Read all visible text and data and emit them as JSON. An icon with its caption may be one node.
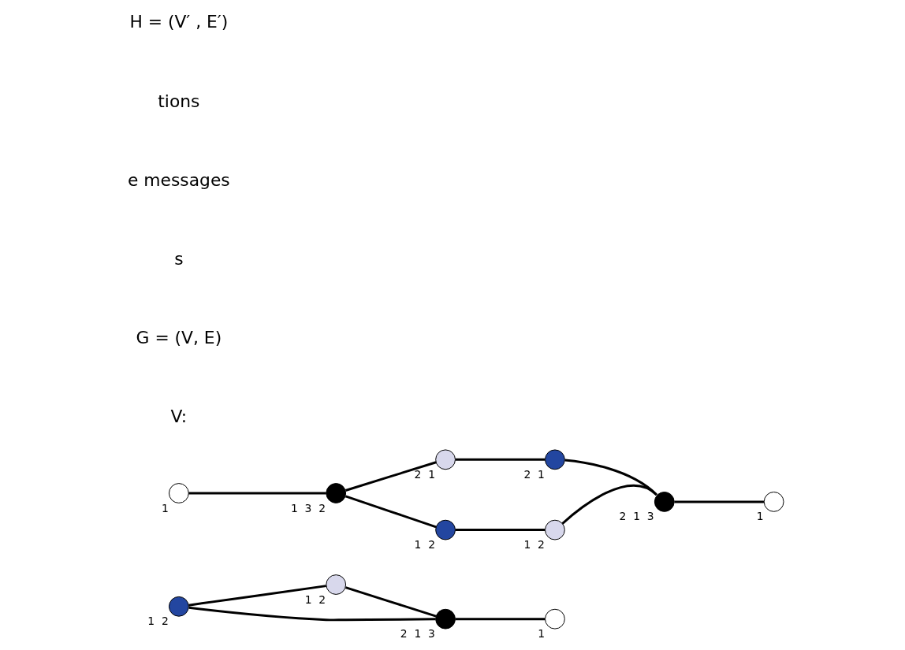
{
  "diagram": {
    "nodes": [
      {
        "text": [],
        "shape": "circle",
        "beside": [
          "1",
          "2"
        ]
      },
      {
        "text": [],
        "shape": "circle",
        "beside": [
          "1",
          "2"
        ]
      },
      {
        "text": [],
        "shape": "circle",
        "beside": [
          "2",
          "1",
          "3"
        ]
      },
      {
        "text": [],
        "shape": "circle",
        "beside": [
          "1"
        ]
      },
      {
        "text": [],
        "shape": "circle",
        "beside": [
          "1"
        ]
      },
      {
        "text": [],
        "shape": "circle",
        "beside": [
          "1",
          "3",
          "2"
        ]
      },
      {
        "text": [],
        "shape": "circle",
        "beside": [
          "2",
          "1"
        ]
      },
      {
        "text": [],
        "shape": "circle",
        "beside": [
          "2",
          "1"
        ]
      },
      {
        "text": [],
        "shape": "circle",
        "beside": [
          "2",
          "1",
          "3"
        ]
      },
      {
        "text": [],
        "shape": "circle",
        "beside": [
          "1"
        ]
      },
      {
        "text": [],
        "shape": "circle",
        "beside": [
          "1",
          "2"
        ]
      },
      {
        "text": [],
        "shape": "circle",
        "beside": [
          "1",
          "2"
        ]
      }
    ],
    "edges": [
      {
        "from": 0,
        "to": 1,
        "arrow": "none"
      },
      {
        "from": 0,
        "to": 2,
        "arrow": "none"
      },
      {
        "from": 1,
        "to": 2,
        "arrow": "none"
      },
      {
        "from": 2,
        "to": 3,
        "arrow": "none"
      },
      {
        "from": 4,
        "to": 5,
        "arrow": "none"
      },
      {
        "from": 5,
        "to": 6,
        "arrow": "none"
      },
      {
        "from": 6,
        "to": 7,
        "arrow": "none"
      },
      {
        "from": 7,
        "to": 8,
        "arrow": "none"
      },
      {
        "from": 8,
        "to": 9,
        "arrow": "none"
      },
      {
        "from": 5,
        "to": 10,
        "arrow": "none"
      },
      {
        "from": 10,
        "to": 11,
        "arrow": "none"
      },
      {
        "from": 11,
        "to": 8,
        "arrow": "none"
      }
    ],
    "labels": [
      "V:",
      "G = (V, E)",
      "s",
      "e messages",
      "tions",
      "H = (V′ , E′)"
    ]
  }
}
